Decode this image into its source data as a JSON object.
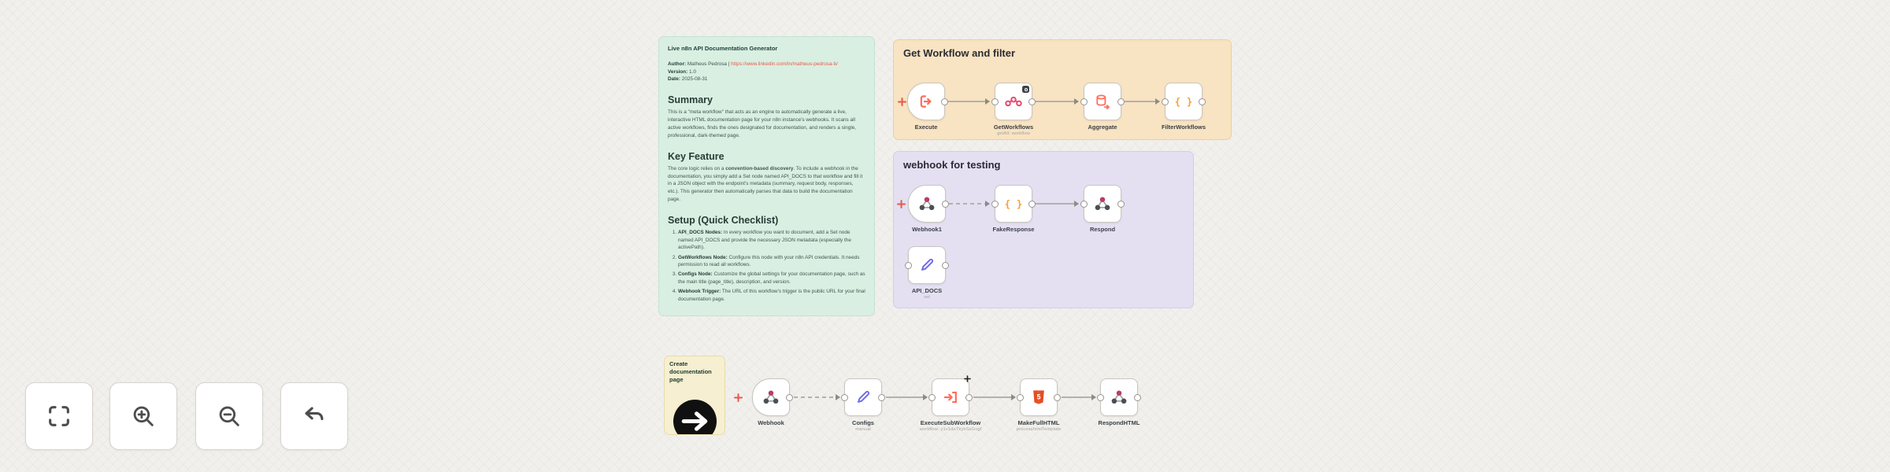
{
  "canvas_controls": {
    "buttons": [
      {
        "icon": "fit-view-icon"
      },
      {
        "icon": "zoom-in-icon"
      },
      {
        "icon": "zoom-out-icon"
      },
      {
        "icon": "undo-icon"
      }
    ]
  },
  "green_note": {
    "title": "Live n8n API Documentation Generator",
    "author_label": "Author:",
    "author_value": "Matheus Pedrosa | ",
    "author_link": "https://www.linkedin.com/in/matheus-pedrosa-b/",
    "version_label": "Version:",
    "version_value": "1.0",
    "date_label": "Date:",
    "date_value": "2025-08-31",
    "summary_heading": "Summary",
    "summary_text": "This is a \"meta workflow\" that acts as an engine to automatically generate a live, interactive HTML documentation page for your n8n instance's webhooks. It scans all active workflows, finds the ones designated for documentation, and renders a single, professional, dark-themed page.",
    "key_feature_heading": "Key Feature",
    "key_feature_pre": "The core logic relies on a ",
    "key_feature_bold": "convention-based discovery",
    "key_feature_post": ". To include a webhook in the documentation, you simply add a Set node named API_DOCS to that workflow and fill it in a JSON object with the endpoint's metadata (summary, request body, responses, etc.). This generator then automatically parses that data to build the documentation page.",
    "setup_heading": "Setup (Quick Checklist)",
    "checklist": [
      {
        "lead": "API_DOCS Nodes:",
        "text": " In every workflow you want to document, add a Set node named API_DOCS and provide the necessary JSON metadata (especially the activePath)."
      },
      {
        "lead": "GetWorkflows Node:",
        "text": " Configure this node with your n8n API credentials. It needs permission to read all workflows."
      },
      {
        "lead": "Configs Node:",
        "text": " Customize the global settings for your documentation page, such as the main title (page_title), description, and version."
      },
      {
        "lead": "Webhook Trigger:",
        "text": " The URL of this workflow's trigger is the public URL for your final documentation page."
      }
    ]
  },
  "orange_note": {
    "title": "Get Workflow and filter",
    "nodes": [
      {
        "label": "Execute",
        "subtitle": "",
        "icon": "execute-workflow-trigger-icon"
      },
      {
        "label": "GetWorkflows",
        "subtitle": "getAll: workflow",
        "icon": "n8n-icon"
      },
      {
        "label": "Aggregate",
        "subtitle": "",
        "icon": "aggregate-icon"
      },
      {
        "label": "FilterWorkflows",
        "subtitle": "",
        "icon": "code-icon"
      }
    ]
  },
  "purple_note": {
    "title": "webhook for testing",
    "nodes": [
      {
        "label": "Webhook1",
        "subtitle": "",
        "icon": "webhook-icon"
      },
      {
        "label": "FakeResponse",
        "subtitle": "",
        "icon": "code-icon"
      },
      {
        "label": "Respond",
        "subtitle": "",
        "icon": "respond-webhook-icon"
      },
      {
        "label": "API_DOCS",
        "subtitle": "set",
        "icon": "edit-fields-icon"
      }
    ]
  },
  "cream_note": {
    "title": "Create documentation page"
  },
  "bottom_workflow": {
    "nodes": [
      {
        "label": "Webhook",
        "subtitle": "",
        "icon": "webhook-icon"
      },
      {
        "label": "Configs",
        "subtitle": "manual",
        "icon": "edit-fields-icon"
      },
      {
        "label": "ExecuteSubWorkflow",
        "subtitle": "workflow: y1v1daTkybSsGvgf",
        "icon": "execute-workflow-icon"
      },
      {
        "label": "MakeFullHTML",
        "subtitle": "processhtmlTemplate",
        "icon": "html5-icon"
      },
      {
        "label": "RespondHTML",
        "subtitle": "",
        "icon": "respond-webhook-icon"
      }
    ]
  },
  "colors": {
    "green_note_bg": "#d9efe2",
    "orange_note_bg": "#f8e3c2",
    "purple_note_bg": "#e4e0f2",
    "cream_note_bg": "#f6efd1",
    "accent_coral": "#ff6d5a",
    "link_red": "#e8584a",
    "n8n_pink": "#ea4b71",
    "code_orange": "#f0a13c",
    "pencil_indigo": "#6d6ae8",
    "html_orange": "#e44d26"
  }
}
